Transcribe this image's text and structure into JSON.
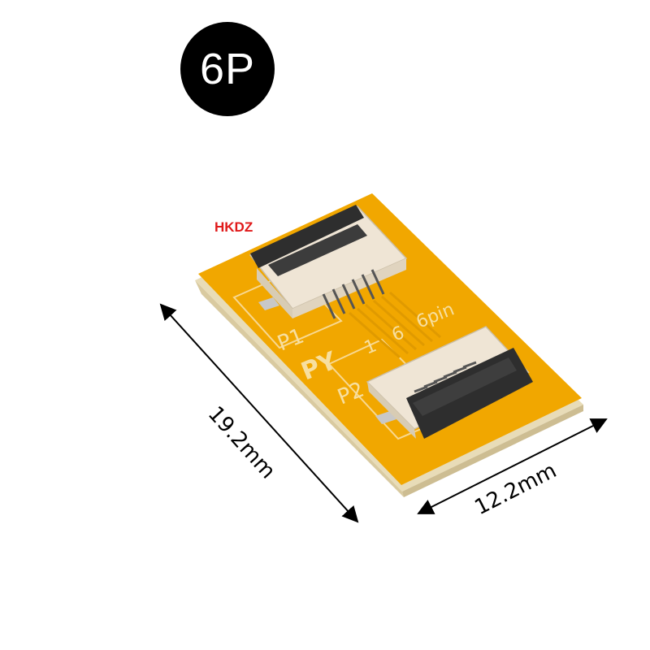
{
  "badge": {
    "label": "6P"
  },
  "brand": {
    "label": "HKDZ"
  },
  "board": {
    "silkscreen": {
      "p1": "P1",
      "p2": "P2",
      "py": "PY",
      "pin1": "1",
      "pin6": "6",
      "pins": "6pin"
    }
  },
  "dimensions": {
    "length": "19.2mm",
    "width": "12.2mm"
  },
  "colors": {
    "pcb": "#f2a800",
    "pcb_edge": "#e6d9b0",
    "connector_body": "#efe6d8",
    "connector_latch": "#2e2e2e",
    "brand": "#e0191a",
    "badge": "#000000"
  }
}
